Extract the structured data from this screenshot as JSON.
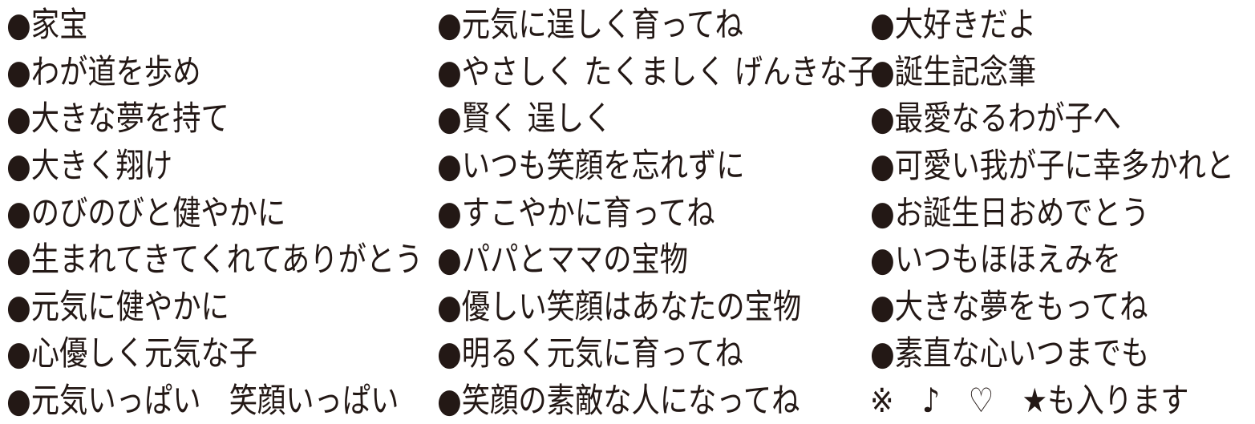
{
  "page": {
    "background_color": "#ffffff",
    "text_color": "#231815",
    "bullet_glyph": "●"
  },
  "columns": [
    {
      "items": [
        {
          "marker": "●",
          "text": "家宝"
        },
        {
          "marker": "●",
          "text": "わが道を歩め"
        },
        {
          "marker": "●",
          "text": "大きな夢を持て"
        },
        {
          "marker": "●",
          "text": "大きく翔け"
        },
        {
          "marker": "●",
          "text": "のびのびと健やかに"
        },
        {
          "marker": "●",
          "text": "生まれてきてくれてありがとう"
        },
        {
          "marker": "●",
          "text": "元気に健やかに"
        },
        {
          "marker": "●",
          "text": "心優しく元気な子"
        },
        {
          "marker": "●",
          "text": "元気いっぱい　笑顔いっぱい"
        }
      ]
    },
    {
      "items": [
        {
          "marker": "●",
          "text": "元気に逞しく育ってね"
        },
        {
          "marker": "●",
          "text": "やさしく たくましく げんきな子"
        },
        {
          "marker": "●",
          "text": "賢く 逞しく"
        },
        {
          "marker": "●",
          "text": "いつも笑顔を忘れずに"
        },
        {
          "marker": "●",
          "text": "すこやかに育ってね"
        },
        {
          "marker": "●",
          "text": "パパとママの宝物"
        },
        {
          "marker": "●",
          "text": "優しい笑顔はあなたの宝物"
        },
        {
          "marker": "●",
          "text": "明るく元気に育ってね"
        },
        {
          "marker": "●",
          "text": "笑顔の素敵な人になってね"
        }
      ]
    },
    {
      "items": [
        {
          "marker": "●",
          "text": "大好きだよ"
        },
        {
          "marker": "●",
          "text": "誕生記念筆"
        },
        {
          "marker": "●",
          "text": "最愛なるわが子へ"
        },
        {
          "marker": "●",
          "text": "可愛い我が子に幸多かれと"
        },
        {
          "marker": "●",
          "text": "お誕生日おめでとう"
        },
        {
          "marker": "●",
          "text": "いつもほほえみを"
        },
        {
          "marker": "●",
          "text": "大きな夢をもってね"
        },
        {
          "marker": "●",
          "text": "素直な心いつまでも"
        },
        {
          "marker": "",
          "text": "※　♪　♡　★も入ります"
        }
      ]
    }
  ]
}
